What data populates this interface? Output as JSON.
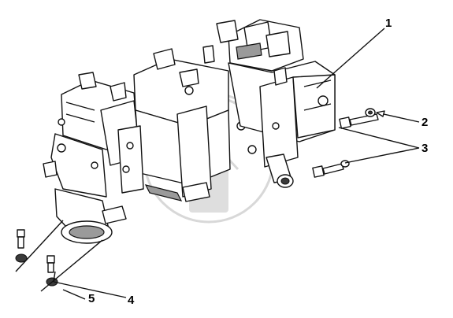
{
  "callouts": [
    {
      "id": "1",
      "label": "1"
    },
    {
      "id": "2",
      "label": "2"
    },
    {
      "id": "3",
      "label": "3"
    },
    {
      "id": "4",
      "label": "4"
    },
    {
      "id": "5",
      "label": "5"
    }
  ],
  "colors": {
    "line": "#111111",
    "shade": "#9a9a9a",
    "watermark": "#d8d8d8",
    "background": "#ffffff"
  }
}
